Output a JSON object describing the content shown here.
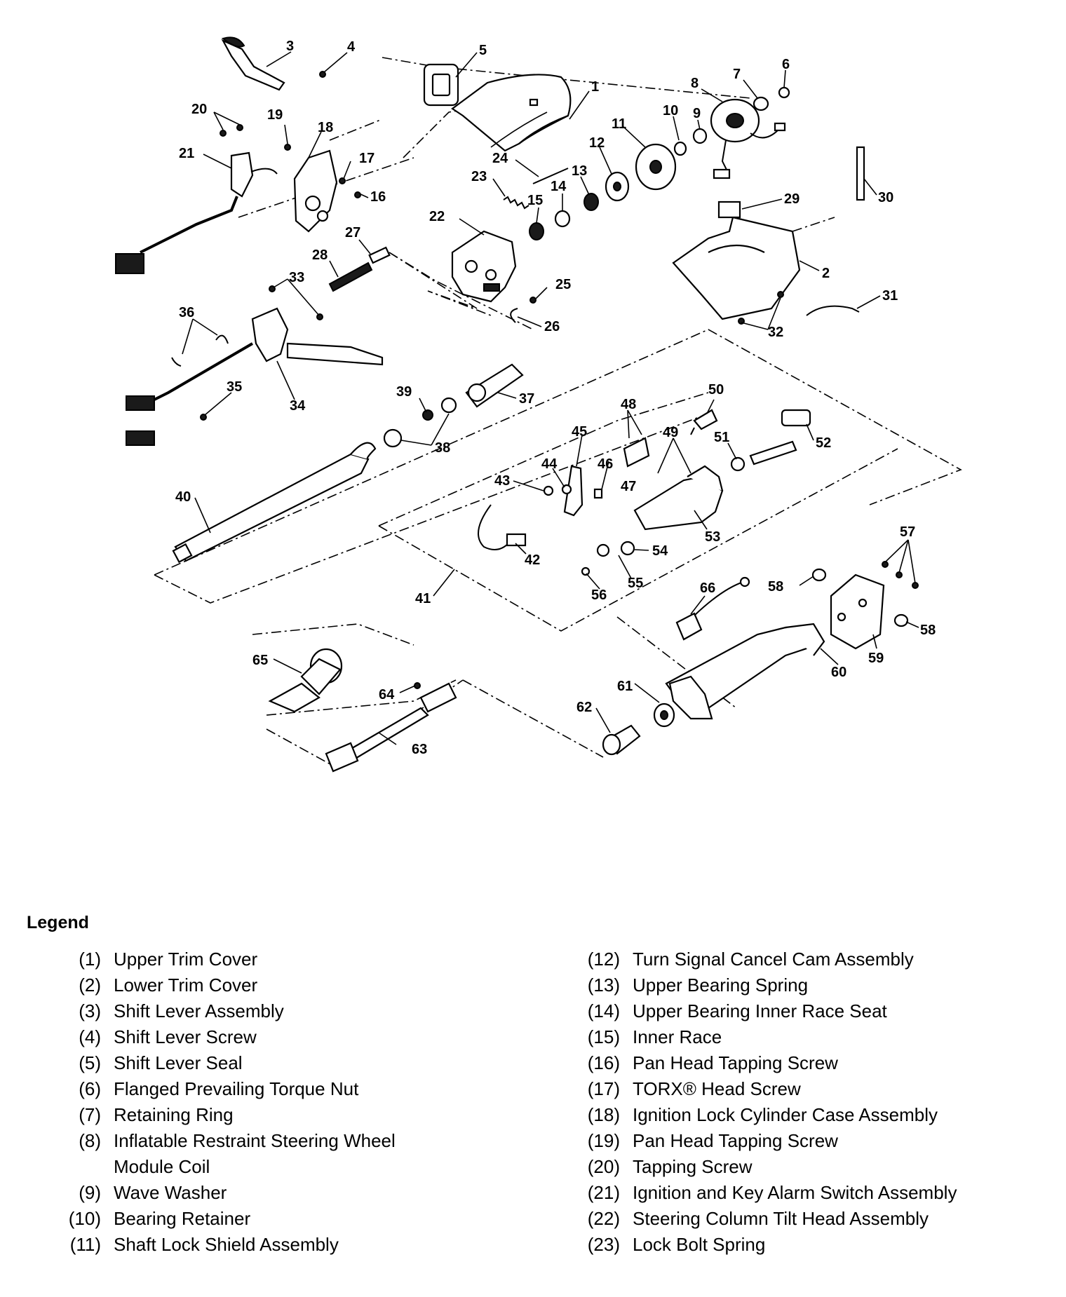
{
  "callouts": [
    "1",
    "2",
    "3",
    "4",
    "5",
    "6",
    "7",
    "8",
    "9",
    "10",
    "11",
    "12",
    "13",
    "14",
    "15",
    "16",
    "17",
    "18",
    "19",
    "20",
    "21",
    "22",
    "23",
    "24",
    "25",
    "26",
    "27",
    "28",
    "29",
    "30",
    "31",
    "32",
    "33",
    "34",
    "35",
    "36",
    "37",
    "38",
    "39",
    "40",
    "41",
    "42",
    "43",
    "44",
    "45",
    "46",
    "47",
    "48",
    "49",
    "50",
    "51",
    "52",
    "53",
    "54",
    "55",
    "56",
    "57",
    "58",
    "58",
    "59",
    "60",
    "61",
    "62",
    "63",
    "64",
    "65",
    "66"
  ],
  "legend": {
    "title": "Legend",
    "left": [
      {
        "num": "(1)",
        "text": "Upper Trim Cover"
      },
      {
        "num": "(2)",
        "text": "Lower Trim Cover"
      },
      {
        "num": "(3)",
        "text": "Shift Lever Assembly"
      },
      {
        "num": "(4)",
        "text": "Shift Lever Screw"
      },
      {
        "num": "(5)",
        "text": "Shift Lever Seal"
      },
      {
        "num": "(6)",
        "text": "Flanged Prevailing Torque Nut"
      },
      {
        "num": "(7)",
        "text": "Retaining Ring"
      },
      {
        "num": "(8)",
        "text": "Inflatable Restraint Steering Wheel Module Coil"
      },
      {
        "num": "(9)",
        "text": "Wave Washer"
      },
      {
        "num": "(10)",
        "text": "Bearing Retainer"
      },
      {
        "num": "(11)",
        "text": "Shaft Lock Shield Assembly"
      }
    ],
    "right": [
      {
        "num": "(12)",
        "text": "Turn Signal Cancel Cam Assembly"
      },
      {
        "num": "(13)",
        "text": "Upper Bearing Spring"
      },
      {
        "num": "(14)",
        "text": "Upper Bearing Inner Race Seat"
      },
      {
        "num": "(15)",
        "text": "Inner Race"
      },
      {
        "num": "(16)",
        "text": "Pan Head Tapping Screw"
      },
      {
        "num": "(17)",
        "text": "TORX® Head Screw"
      },
      {
        "num": "(18)",
        "text": "Ignition Lock Cylinder Case Assembly"
      },
      {
        "num": "(19)",
        "text": "Pan Head Tapping Screw"
      },
      {
        "num": "(20)",
        "text": "Tapping Screw"
      },
      {
        "num": "(21)",
        "text": "Ignition and Key Alarm Switch Assembly"
      },
      {
        "num": "(22)",
        "text": "Steering Column Tilt Head Assembly"
      },
      {
        "num": "(23)",
        "text": "Lock Bolt Spring"
      }
    ]
  }
}
